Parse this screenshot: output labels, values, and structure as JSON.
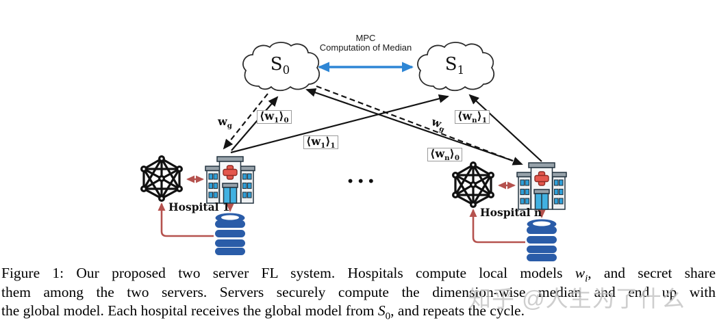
{
  "figure": {
    "servers": {
      "s0": {
        "base": "S",
        "sub": "0"
      },
      "s1": {
        "base": "S",
        "sub": "1"
      },
      "mpc_line1": "MPC",
      "mpc_line2": "Computation of Median"
    },
    "edge_labels": {
      "wg_left": {
        "base": "w",
        "sub": "g"
      },
      "wg_right": {
        "base": "w",
        "sub": "g"
      },
      "w1_s0": {
        "open": "⟨w",
        "inner_sub": "1",
        "close": "⟩",
        "outer_sub": "0"
      },
      "w1_s1": {
        "open": "⟨w",
        "inner_sub": "1",
        "close": "⟩",
        "outer_sub": "1"
      },
      "wn_s1": {
        "open": "⟨w",
        "inner_sub": "n",
        "close": "⟩",
        "outer_sub": "1"
      },
      "wn_s0": {
        "open": "⟨w",
        "inner_sub": "n",
        "close": "⟩",
        "outer_sub": "0"
      }
    },
    "hospitals": {
      "h1_label": "Hospital 1",
      "hn_label": "Hospital n"
    },
    "ellipsis": "...",
    "colors": {
      "mpc_arrow": "#2e86d5",
      "hospital_arrow": "#b5524e",
      "database": "#2a5ca8",
      "line": "#141414"
    }
  },
  "caption": {
    "line1_pre": "Figure 1: Our proposed two server FL system. Hospitals compute local models ",
    "line1_math_base": "w",
    "line1_math_sub": "i",
    "line1_post": ", and secret share",
    "line2": "them among the two servers. Servers securely compute the dimension-wise median and end up with",
    "line3_pre": "the global model. Each hospital receives the global model from ",
    "line3_math_base": "S",
    "line3_math_sub": "0",
    "line3_post": ", and repeats the cycle."
  },
  "watermark": "知乎 @人生为了什么"
}
